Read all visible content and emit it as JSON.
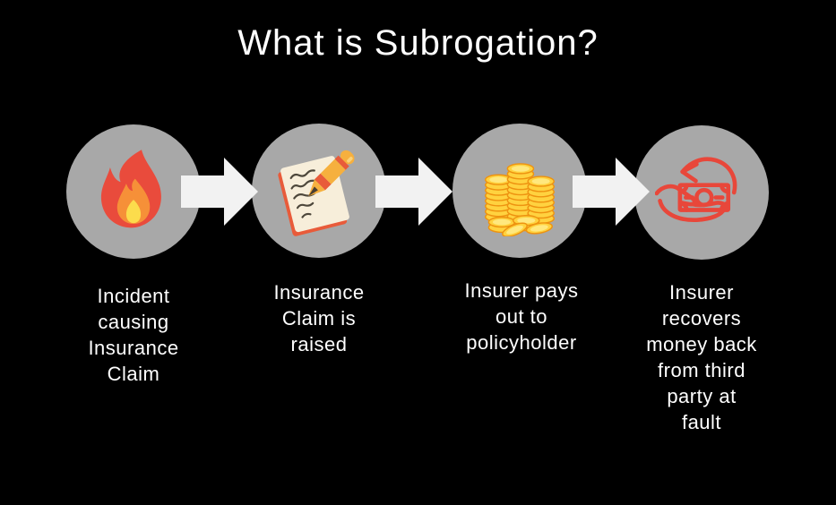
{
  "title": "What is Subrogation?",
  "colors": {
    "background": "#000000",
    "circle_gray": "#a8a8a8",
    "arrow_white": "#f2f2f2",
    "text_white": "#ffffff",
    "flame_red": "#e94b3c",
    "flame_orange": "#f69038",
    "flame_yellow": "#fcdc4c",
    "coin_gold": "#ffd23f",
    "coin_rim": "#ee9310",
    "paper_cream": "#f7eeda",
    "pen_orange": "#f6b03e",
    "pen_red": "#e85b3a",
    "recover_red": "#e8473a"
  },
  "steps": [
    {
      "id": "incident",
      "icon": "fire-icon",
      "label": "Incident\ncausing\nInsurance\nClaim"
    },
    {
      "id": "claim-raised",
      "icon": "notepad-pen-icon",
      "label": "Insurance\nClaim is\nraised"
    },
    {
      "id": "payout",
      "icon": "coin-stack-icon",
      "label": "Insurer pays\nout to\npolicyholder"
    },
    {
      "id": "recovery",
      "icon": "money-back-hand-icon",
      "label": "Insurer\nrecovers\nmoney back\nfrom third\nparty at\nfault"
    }
  ]
}
